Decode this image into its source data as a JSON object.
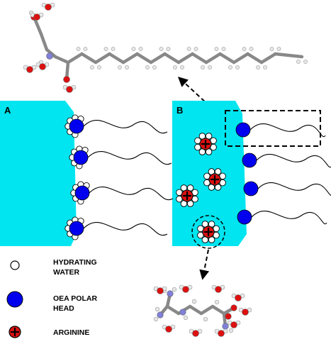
{
  "panels": {
    "a_label": "A",
    "b_label": "B"
  },
  "legend": {
    "water_line1": "HYDRATING",
    "water_line2": "WATER",
    "head_line1": "OEA POLAR",
    "head_line2": "HEAD",
    "arginine": "ARGININE"
  },
  "colors": {
    "membrane": "#00e5ef",
    "polar_head": "#0000ee",
    "arginine": "#dd1111",
    "water": "#ffffff",
    "bond": "#888888",
    "hydrogen": "#e8e8e8",
    "oxygen": "#dd1010",
    "nitrogen": "#8080d8"
  },
  "icons": {
    "water": "hydrating-water-icon",
    "polar_head": "oea-polar-head-icon",
    "arginine": "arginine-icon"
  }
}
